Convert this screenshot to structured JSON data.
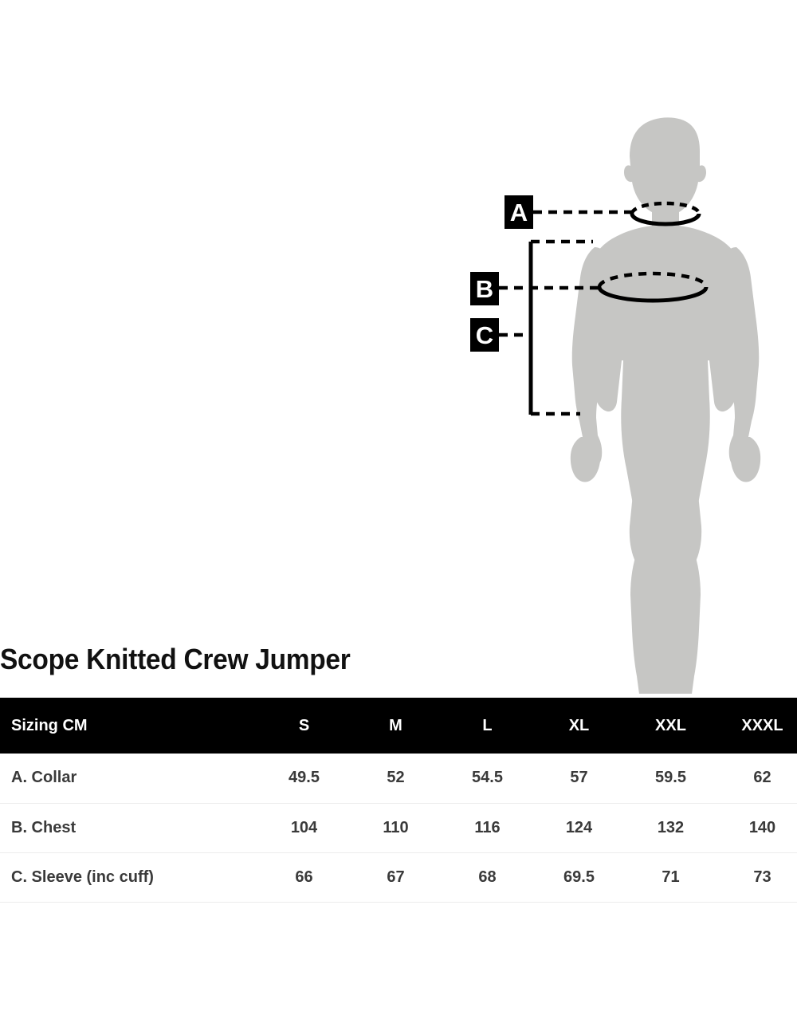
{
  "title": "Scope Knitted Crew Jumper",
  "diagram": {
    "figure_color": "#c6c6c4",
    "line_color": "#000000",
    "badges": [
      {
        "id": "A",
        "label": "A",
        "measures": "collar"
      },
      {
        "id": "B",
        "label": "B",
        "measures": "chest"
      },
      {
        "id": "C",
        "label": "C",
        "measures": "sleeve"
      }
    ]
  },
  "table": {
    "header_background": "#000000",
    "header_text_color": "#ffffff",
    "label_header": "Sizing CM",
    "size_columns": [
      "S",
      "M",
      "L",
      "XL",
      "XXL",
      "XXXL"
    ],
    "rows": [
      {
        "label": "A. Collar",
        "values": [
          "49.5",
          "52",
          "54.5",
          "57",
          "59.5",
          "62"
        ]
      },
      {
        "label": "B. Chest",
        "values": [
          "104",
          "110",
          "116",
          "124",
          "132",
          "140"
        ]
      },
      {
        "label": "C. Sleeve (inc cuff)",
        "values": [
          "66",
          "67",
          "68",
          "69.5",
          "71",
          "73"
        ]
      }
    ]
  }
}
